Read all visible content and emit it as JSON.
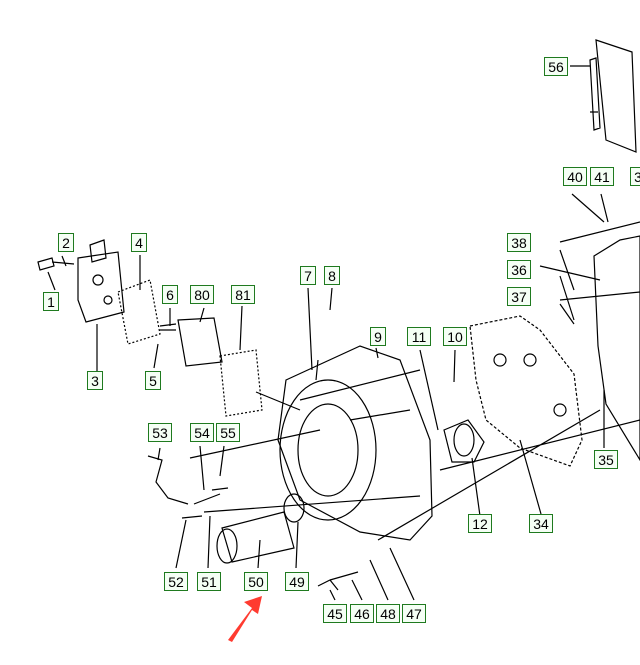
{
  "callouts": {
    "c1": "1",
    "c2": "2",
    "c3": "3",
    "c4": "4",
    "c5": "5",
    "c6": "6",
    "c7": "7",
    "c8": "8",
    "c9": "9",
    "c10": "10",
    "c11": "11",
    "c12": "12",
    "c34": "34",
    "c35": "35",
    "c36": "36",
    "c37": "37",
    "c38": "38",
    "c40": "40",
    "c41": "41",
    "c45": "45",
    "c46": "46",
    "c47": "47",
    "c48": "48",
    "c49": "49",
    "c50": "50",
    "c51": "51",
    "c52": "52",
    "c53": "53",
    "c54": "54",
    "c55": "55",
    "c56": "56",
    "c80": "80",
    "c81": "81",
    "c3b": "3"
  },
  "colors": {
    "callout_border": "#1f7a1f",
    "arrow": "#ff3b30",
    "line": "#000000"
  }
}
